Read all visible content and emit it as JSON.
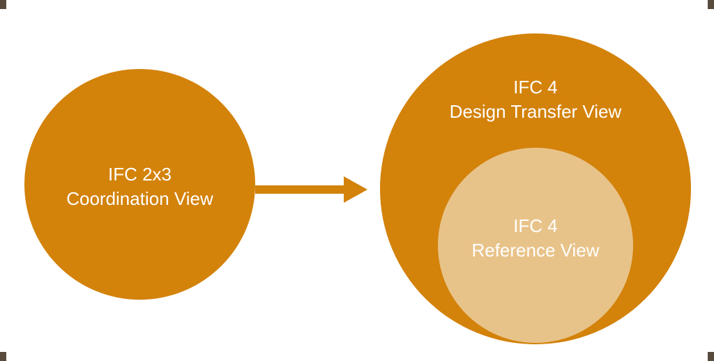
{
  "diagram": {
    "left_circle": {
      "line1": "IFC 2x3",
      "line2": "Coordination View"
    },
    "right_circle": {
      "line1": "IFC 4",
      "line2": "Design Transfer View"
    },
    "inner_circle": {
      "line1": "IFC 4",
      "line2": "Reference View"
    },
    "colors": {
      "orange": "#d3820a",
      "light_tan": "#e8c389",
      "text": "#ffffff",
      "background": "#ffffff",
      "corner_mark": "#3b2a1a"
    }
  }
}
